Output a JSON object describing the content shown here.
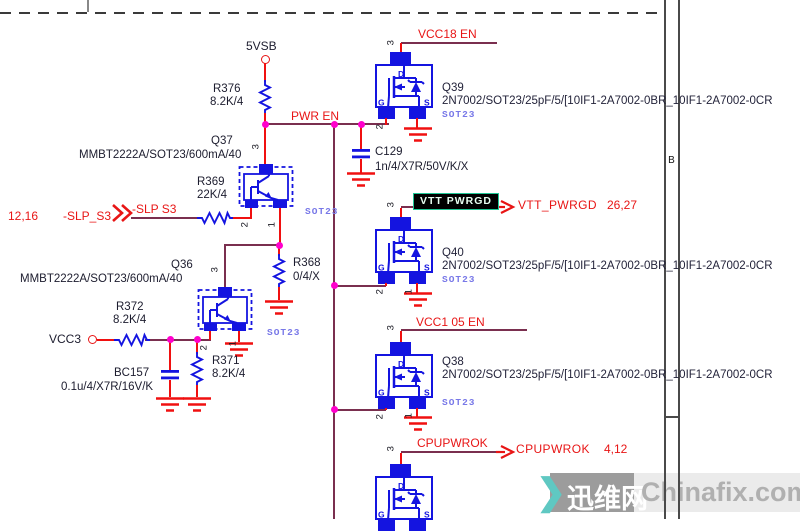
{
  "sheet": {
    "zone_label": "B"
  },
  "rails": {
    "vsb5": "5VSB",
    "vcc3": "VCC3"
  },
  "nets": {
    "pwr_en": "PWR EN",
    "vcc18_en": "VCC18 EN",
    "vcc1_05_en": "VCC1 05 EN"
  },
  "ports": {
    "slp_s3": {
      "pages": "12,16",
      "name": "-SLP_S3",
      "wire_label": "-SLP S3"
    },
    "vtt_pwrgd": {
      "wire_label": "VTT PWRGD",
      "name": "VTT_PWRGD",
      "pages": "26,27"
    },
    "cpupwrok": {
      "wire_label": "CPUPWROK",
      "name": "CPUPWROK",
      "pages": "4,12"
    }
  },
  "components": {
    "r376": {
      "ref": "R376",
      "value": "8.2K/4"
    },
    "r369": {
      "ref": "R369",
      "value": "22K/4"
    },
    "r368": {
      "ref": "R368",
      "value": "0/4/X"
    },
    "r372": {
      "ref": "R372",
      "value": "8.2K/4"
    },
    "r371": {
      "ref": "R371",
      "value": "8.2K/4"
    },
    "c129": {
      "ref": "C129",
      "value": "1n/4/X7R/50V/K/X"
    },
    "bc157": {
      "ref": "BC157",
      "value": "0.1u/4/X7R/16V/K"
    },
    "q37": {
      "ref": "Q37",
      "part": "MMBT2222A/SOT23/600mA/40",
      "package": "SOT23"
    },
    "q36": {
      "ref": "Q36",
      "part": "MMBT2222A/SOT23/600mA/40",
      "package": "SOT23"
    },
    "q39": {
      "ref": "Q39",
      "part": "2N7002/SOT23/25pF/5/[10IF1-2A7002-0BR_10IF1-2A7002-0CR",
      "package": "SOT23"
    },
    "q40": {
      "ref": "Q40",
      "part": "2N7002/SOT23/25pF/5/[10IF1-2A7002-0BR_10IF1-2A7002-0CR",
      "package": "SOT23"
    },
    "q38": {
      "ref": "Q38",
      "part": "2N7002/SOT23/25pF/5/[10IF1-2A7002-0BR_10IF1-2A7002-0CR",
      "package": "SOT23"
    }
  },
  "pin_numbers": {
    "p1": "1",
    "p2": "2",
    "p3": "3"
  },
  "mosfet_pin_names": {
    "drain": "D",
    "gate": "G",
    "source": "S"
  },
  "watermark": {
    "chevron": "❯",
    "site_cn": "迅维网",
    "site_en": "Chinafix.com"
  },
  "colors": {
    "wire_red": "#f01010",
    "bus_maroon": "#7a2f4f",
    "symbol_blue": "#1414e0",
    "junction_magenta": "#ff00cc",
    "net_label_red": "#e81515",
    "package_blue": "#7878e8",
    "highlight_bg": "#000000",
    "highlight_border": "#1fc795",
    "watermark_teal": "#5fc8c2"
  }
}
